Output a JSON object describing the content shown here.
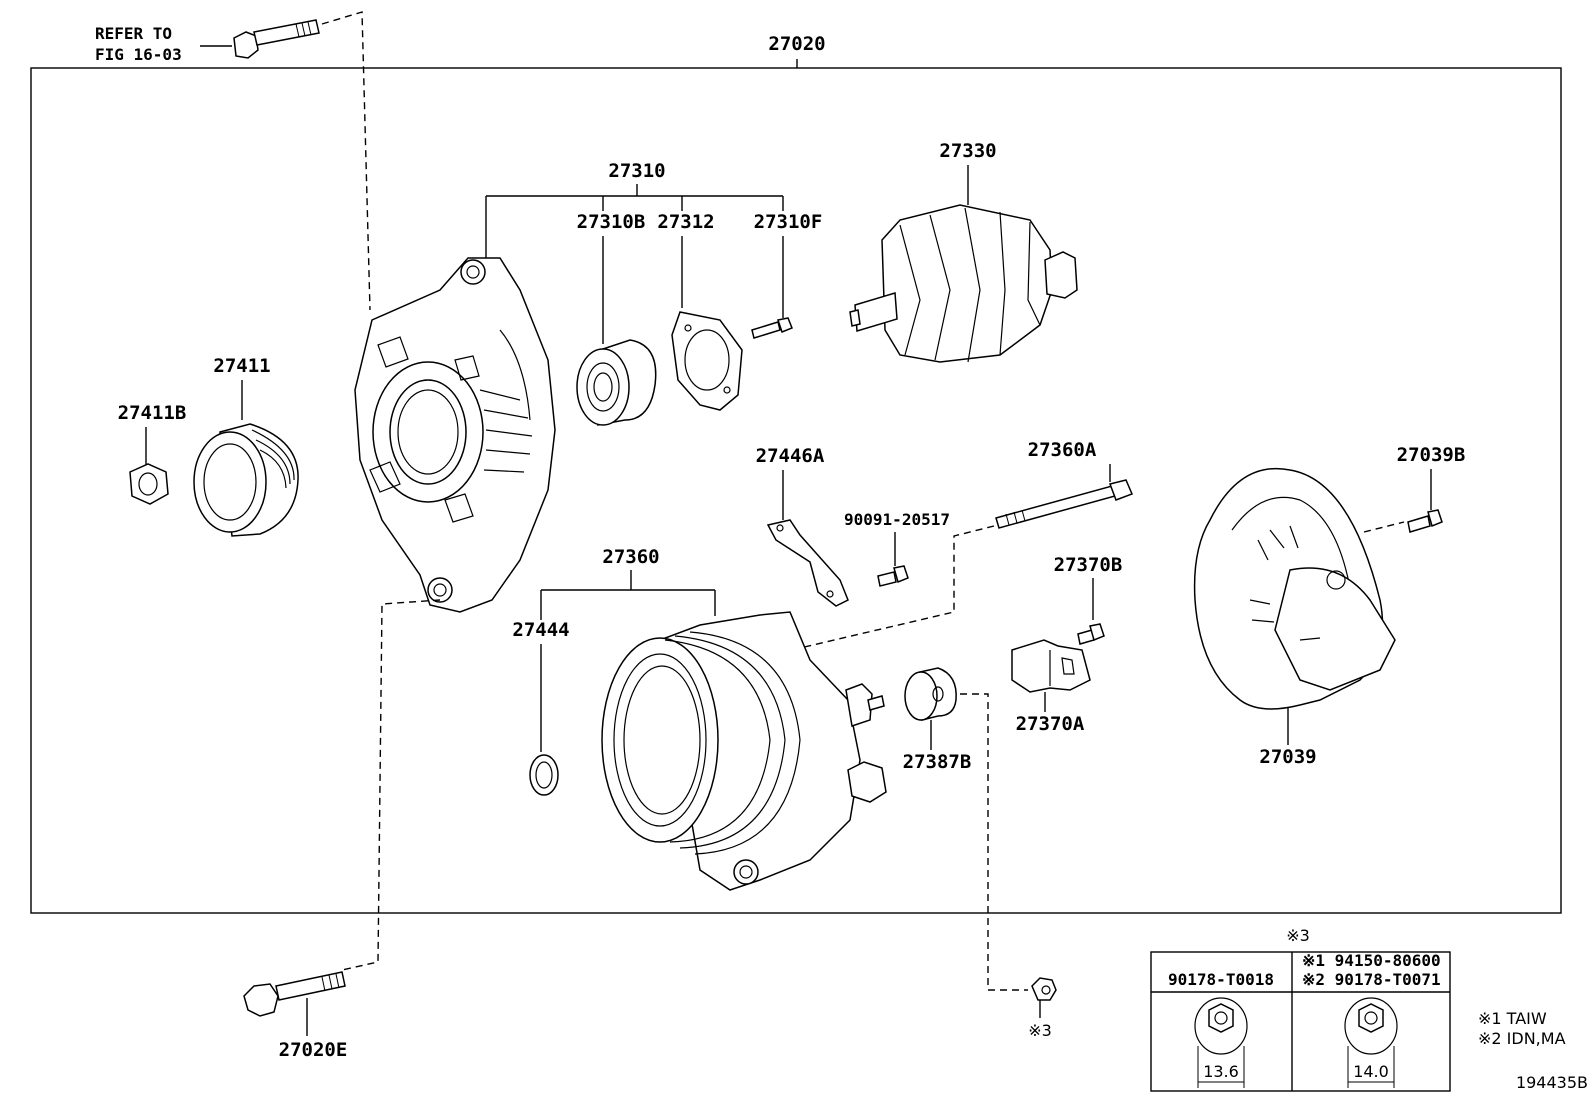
{
  "assembly": {
    "number": "27020"
  },
  "refer": {
    "line1": "REFER TO",
    "line2": "FIG 16-03"
  },
  "parts": [
    {
      "id": "27310",
      "label": "27310"
    },
    {
      "id": "27310B",
      "label": "27310B"
    },
    {
      "id": "27312",
      "label": "27312"
    },
    {
      "id": "27310F",
      "label": "27310F"
    },
    {
      "id": "27330",
      "label": "27330"
    },
    {
      "id": "27411",
      "label": "27411"
    },
    {
      "id": "27411B",
      "label": "27411B"
    },
    {
      "id": "27446A",
      "label": "27446A"
    },
    {
      "id": "27360A",
      "label": "27360A"
    },
    {
      "id": "27039B",
      "label": "27039B"
    },
    {
      "id": "90091-20517",
      "label": "90091-20517"
    },
    {
      "id": "27360",
      "label": "27360"
    },
    {
      "id": "27370B",
      "label": "27370B"
    },
    {
      "id": "27444",
      "label": "27444"
    },
    {
      "id": "27370A",
      "label": "27370A"
    },
    {
      "id": "27387B",
      "label": "27387B"
    },
    {
      "id": "27039",
      "label": "27039"
    },
    {
      "id": "27020E",
      "label": "27020E"
    },
    {
      "id": "nut3",
      "label": "※3"
    }
  ],
  "table": {
    "header_mark": "※3",
    "col1_part": "90178-T0018",
    "col2_row1": "※1 94150-80600",
    "col2_row2": "※2 90178-T0071",
    "col1_size": "13.6",
    "col2_size": "14.0"
  },
  "notes": {
    "note1": "※1 TAIW",
    "note2": "※2 IDN,MA"
  },
  "figure_id": "194435B"
}
